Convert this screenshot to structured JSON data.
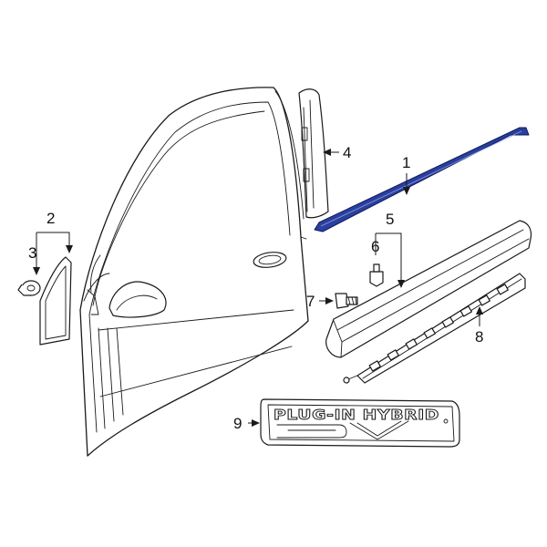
{
  "colors": {
    "highlight": "#2a3f9e",
    "line": "#1a1a1a",
    "background": "#ffffff"
  },
  "callouts": {
    "c1": "1",
    "c2": "2",
    "c3": "3",
    "c4": "4",
    "c5": "5",
    "c6": "6",
    "c7": "7",
    "c8": "8",
    "c9": "9"
  },
  "emblem": {
    "text": "PLUG-IN HYBRID"
  }
}
